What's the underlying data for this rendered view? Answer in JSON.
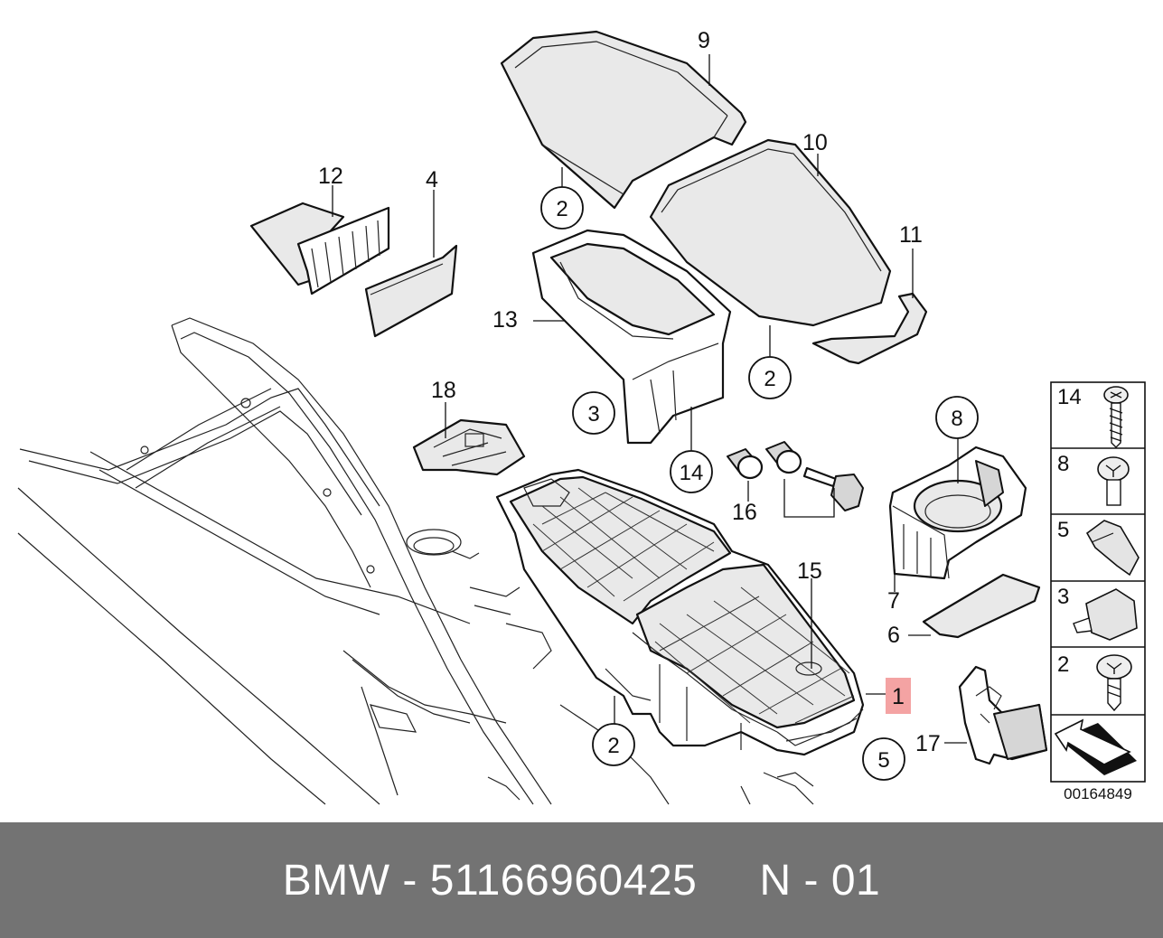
{
  "diagram": {
    "callouts": {
      "c9": "9",
      "c10": "10",
      "c11": "11",
      "c12": "12",
      "c4": "4",
      "c13": "13",
      "c18": "18",
      "c14": "14",
      "c16": "16",
      "c15": "15",
      "c8": "8",
      "c7": "7",
      "c6": "6",
      "c1": "1",
      "c17": "17",
      "c2a": "2",
      "c2b": "2",
      "c2c": "2",
      "c3": "3",
      "c5": "5"
    },
    "legend": [
      {
        "num": "14",
        "icon": "screw-icon"
      },
      {
        "num": "8",
        "icon": "cross-screw-icon"
      },
      {
        "num": "5",
        "icon": "clip-icon"
      },
      {
        "num": "3",
        "icon": "plug-icon"
      },
      {
        "num": "2",
        "icon": "flange-screw-icon"
      }
    ],
    "reference_number": "00164849",
    "highlight_color": "#f4a3a3"
  },
  "footer": {
    "text": "BMW - 51166960425     N - 01"
  }
}
